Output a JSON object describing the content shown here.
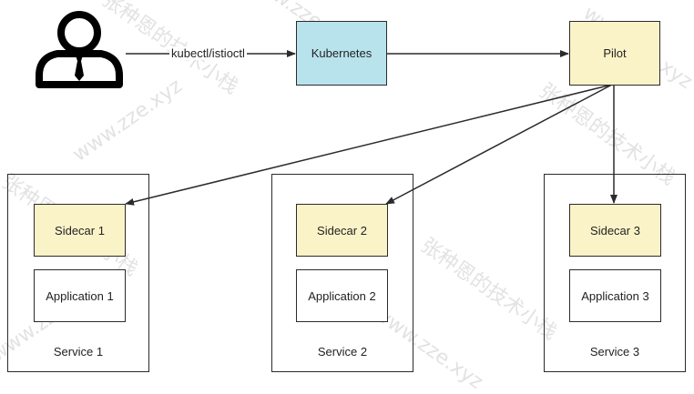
{
  "nodes": {
    "kubernetes": "Kubernetes",
    "pilot": "Pilot"
  },
  "edges": {
    "user_to_kubernetes": "kubectl/istioctl"
  },
  "services": [
    {
      "label": "Service 1",
      "sidecar": "Sidecar 1",
      "application": "Application 1"
    },
    {
      "label": "Service 2",
      "sidecar": "Sidecar 2",
      "application": "Application 2"
    },
    {
      "label": "Service 3",
      "sidecar": "Sidecar 3",
      "application": "Application 3"
    }
  ],
  "watermark": {
    "cn": "张种恩的技术小栈",
    "url": "www.zze.xyz"
  },
  "colors": {
    "kubernetes_fill": "#b9e3ec",
    "proxy_fill": "#fbf3c8",
    "stroke": "#2b2b2b"
  },
  "icons": [
    "user-icon"
  ]
}
